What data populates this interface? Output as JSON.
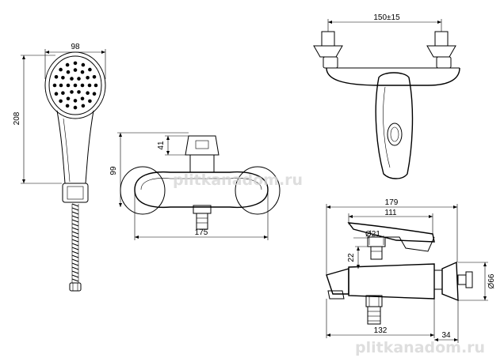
{
  "dimensions": {
    "head_width": "98",
    "head_height": "208",
    "handle_height": "41",
    "body_height": "99",
    "body_width": "175",
    "centers": "150±15",
    "total_length": "179",
    "spout_length": "111",
    "cartridge_diameter": "Ø21",
    "cartridge_height": "22",
    "flange_diameter": "Ø66",
    "outlet_distance": "132",
    "flange_depth": "34"
  },
  "watermarks": {
    "center": "plitkanadom.ru",
    "bottom": "plitkanadom.ru"
  }
}
